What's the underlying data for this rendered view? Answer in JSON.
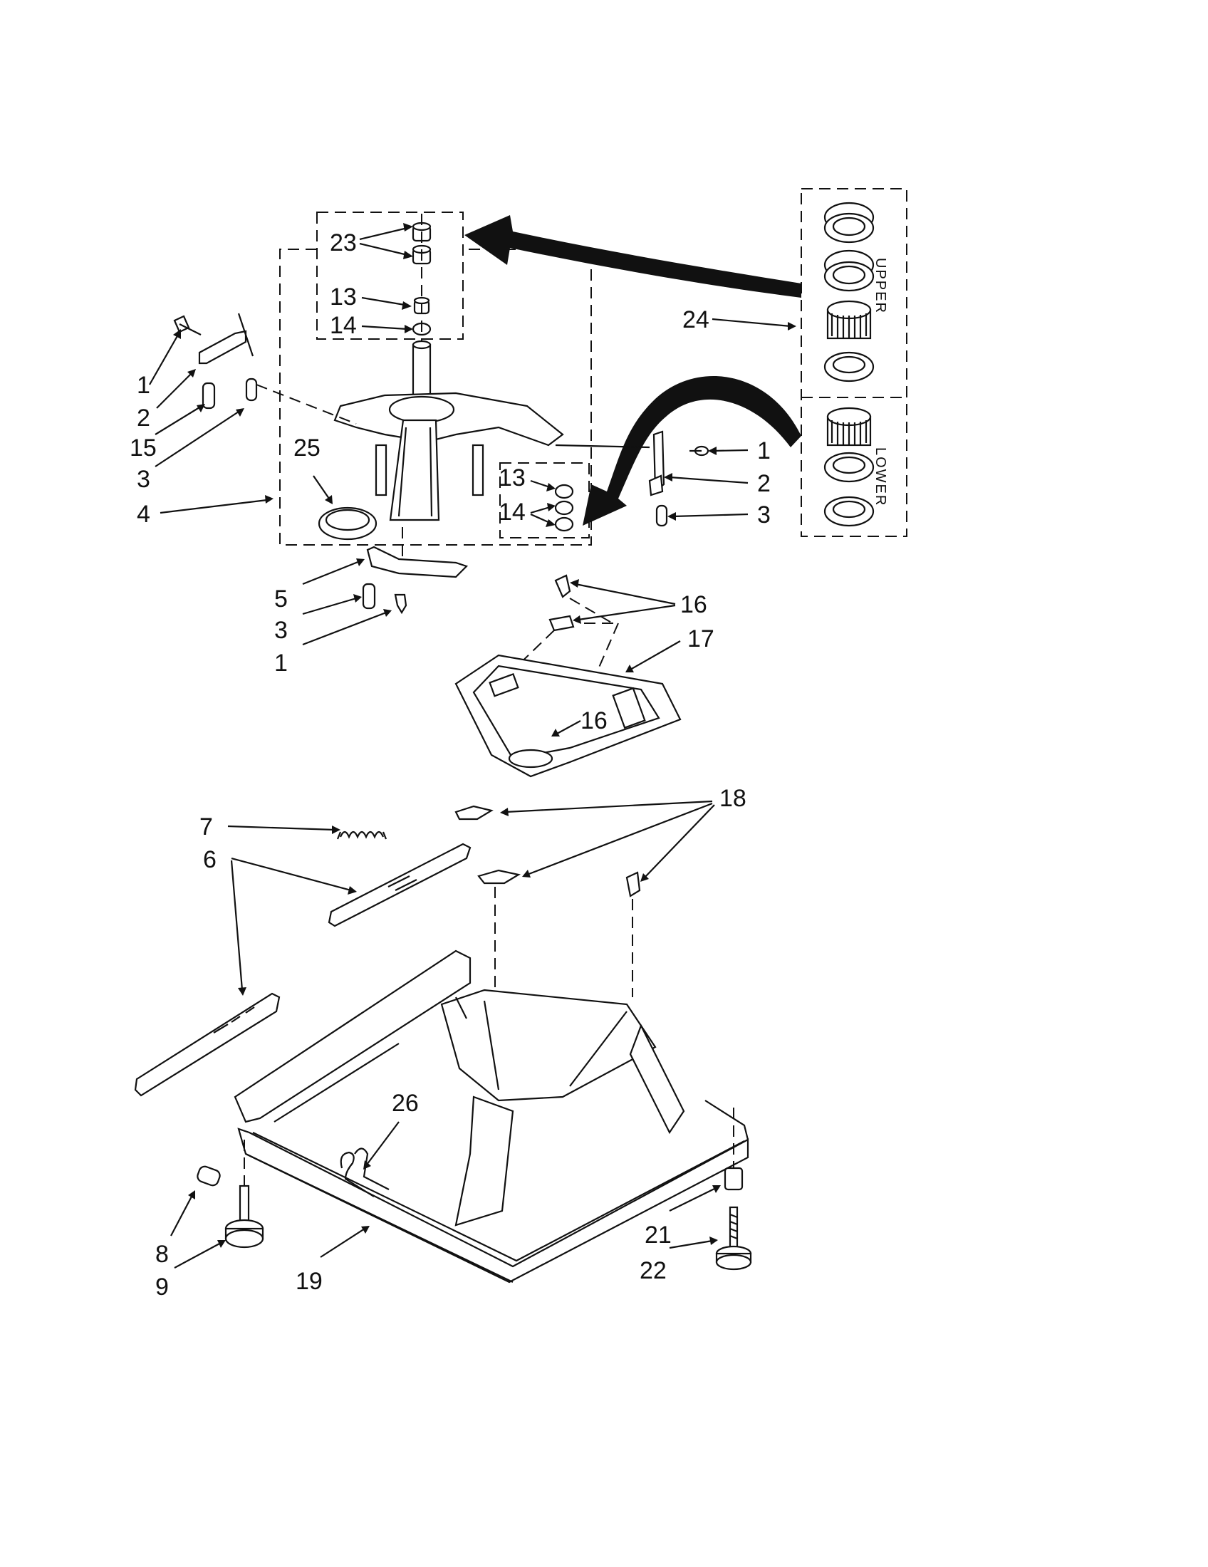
{
  "labels": {
    "l1a": "1",
    "l2a": "2",
    "l15": "15",
    "l3a": "3",
    "l4": "4",
    "l23": "23",
    "l13a": "13",
    "l14a": "14",
    "l25": "25",
    "l13b": "13",
    "l14b": "14",
    "l24": "24",
    "l1b": "1",
    "l2b": "2",
    "l3b": "3",
    "l5": "5",
    "l3c": "3",
    "l1c": "1",
    "l16a": "16",
    "l17": "17",
    "l16b": "16",
    "l7": "7",
    "l6": "6",
    "l18": "18",
    "l26": "26",
    "l8": "8",
    "l9": "9",
    "l19": "19",
    "l21": "21",
    "l22": "22"
  },
  "bearing_kit": {
    "upper_label": "UPPER",
    "lower_label": "LOWER"
  },
  "colors": {
    "line": "#111111",
    "background": "#ffffff"
  }
}
